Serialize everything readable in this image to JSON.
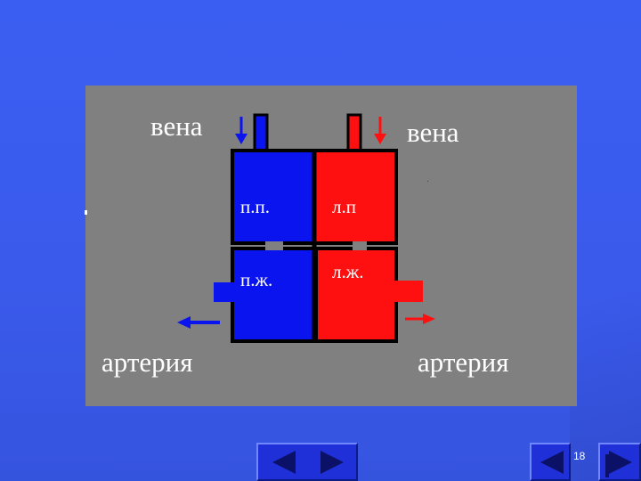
{
  "labels": {
    "vein_left": "вена",
    "vein_right": "вена",
    "artery_left": "артерия",
    "artery_right": "артерия"
  },
  "chambers": {
    "right_atrium": "п.п.",
    "left_atrium": "л.п",
    "right_ventricle": "п.ж.",
    "left_ventricle": "л.ж."
  },
  "colors": {
    "venous": "#0a14ee",
    "arterial": "#ff1010",
    "background": "#3a5df0",
    "panel": "#808080"
  },
  "navigation": {
    "page_number": "18"
  }
}
